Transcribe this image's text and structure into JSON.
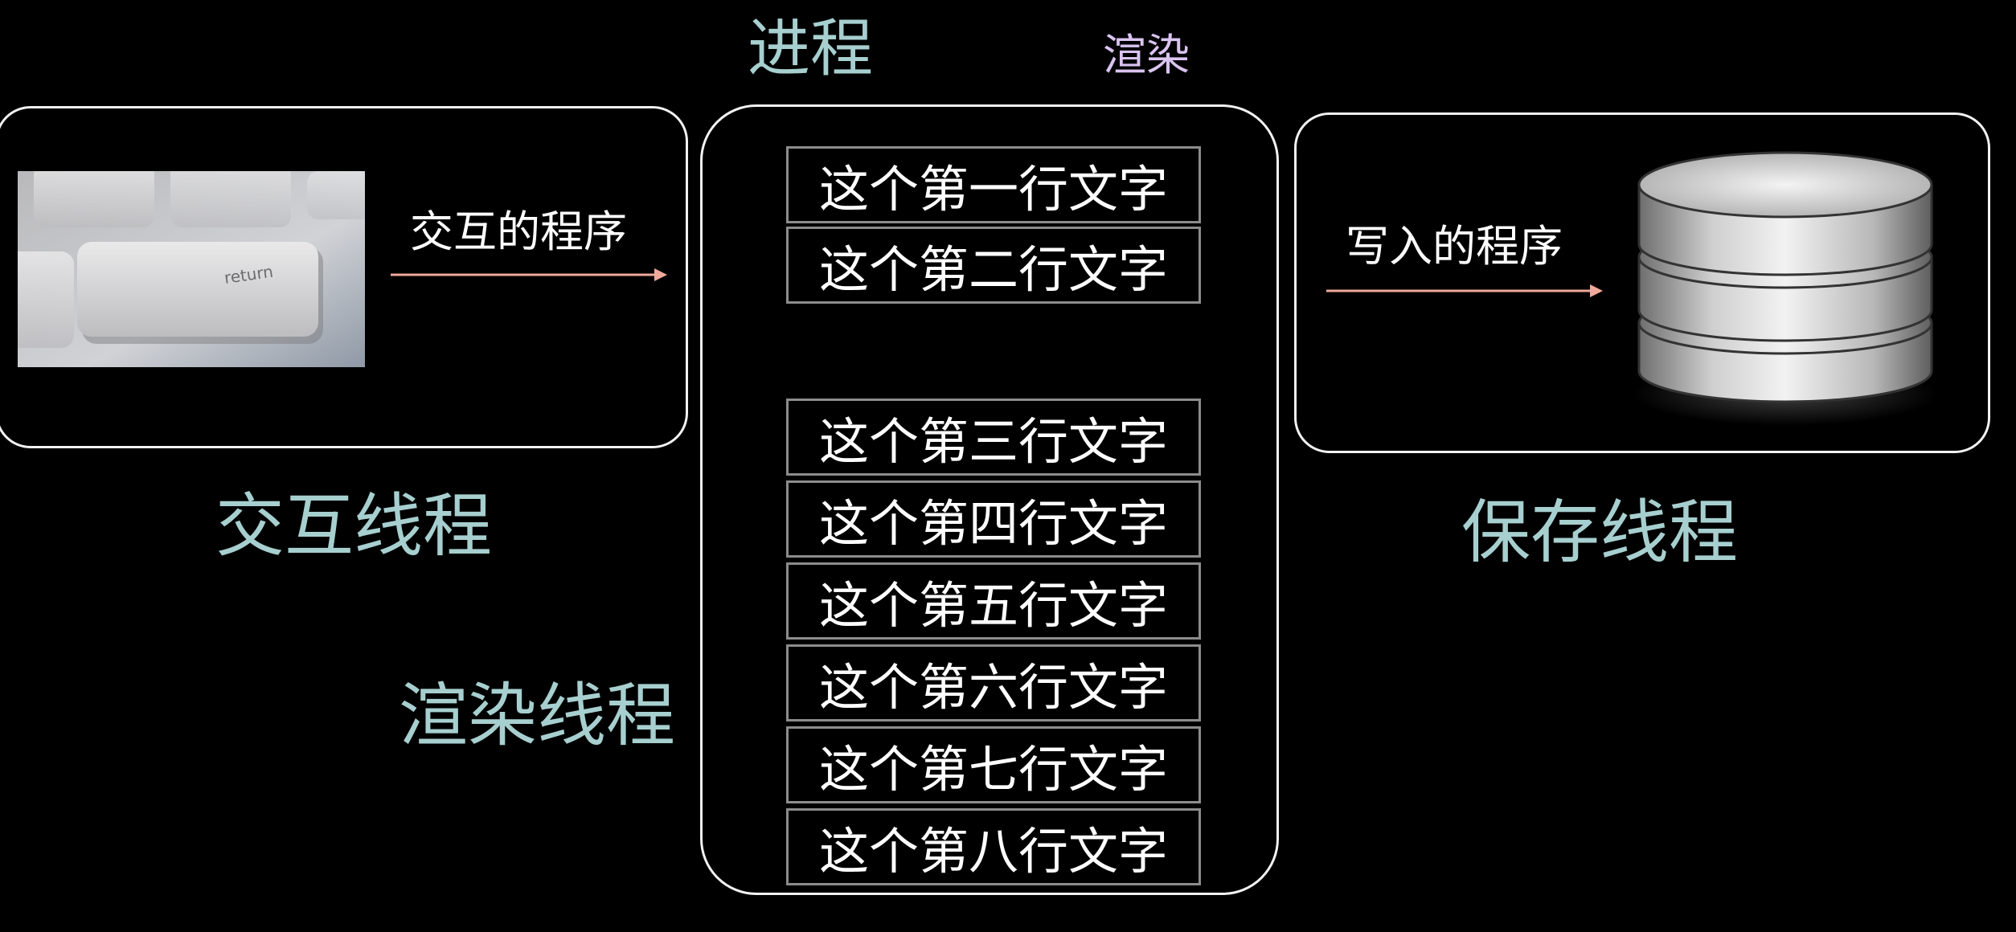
{
  "process": {
    "title": "进程",
    "render_label": "渲染"
  },
  "left": {
    "arrow_label": "交互的程序",
    "thread_label": "交互线程",
    "key_text": "return"
  },
  "middle": {
    "thread_label": "渲染线程",
    "rows_top": [
      "这个第一行文字",
      "这个第二行文字"
    ],
    "rows_bottom": [
      "这个第三行文字",
      "这个第四行文字",
      "这个第五行文字",
      "这个第六行文字",
      "这个第七行文字",
      "这个第八行文字"
    ]
  },
  "right": {
    "arrow_label": "写入的程序",
    "thread_label": "保存线程"
  },
  "colors": {
    "background": "#000000",
    "panel_border": "#f2f2f2",
    "thread_label": "#a7cfcf",
    "render_label": "#d9c3ef",
    "arrow": "#f0a99a"
  }
}
